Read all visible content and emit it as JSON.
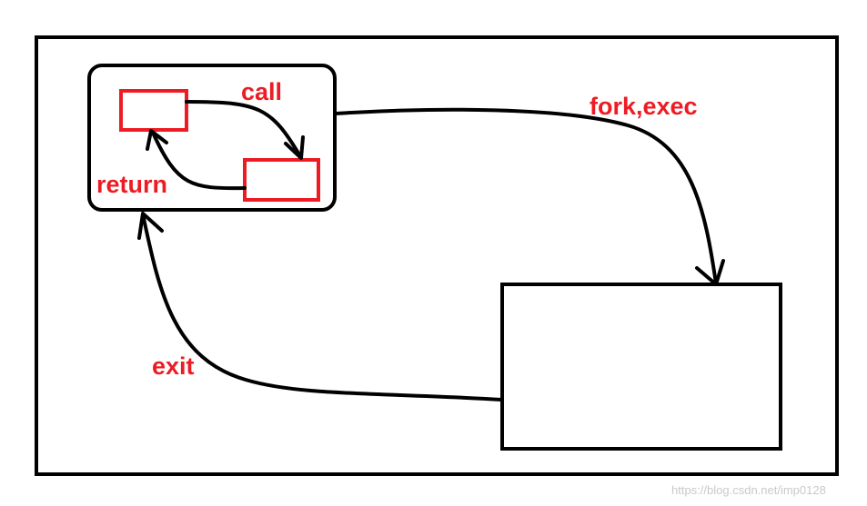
{
  "labels": {
    "call": "call",
    "return": "return",
    "fork_exec": "fork,exec",
    "exit": "exit"
  },
  "watermark": "https://blog.csdn.net/imp0128",
  "colors": {
    "ink": "#000000",
    "accent": "#ed1c24",
    "background": "#ffffff",
    "watermark": "#c9c9c9"
  }
}
